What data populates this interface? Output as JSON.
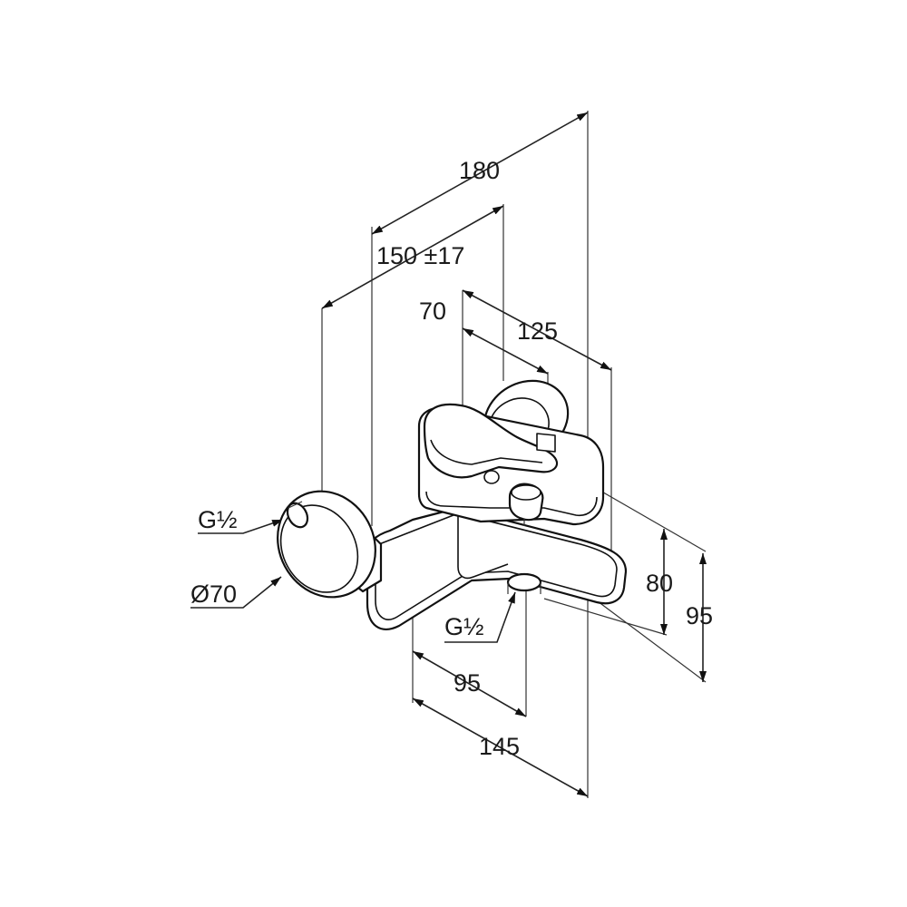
{
  "dimensions": {
    "total_depth": "180",
    "wall_distance": "150 ±17",
    "handle_offset": "70",
    "spout_depth": "125",
    "height_80": "80",
    "height_95": "95",
    "width_95": "95",
    "width_145": "145",
    "connection_top": "G½",
    "rosette_diameter": "Ø70",
    "spout_thread": "G½"
  }
}
